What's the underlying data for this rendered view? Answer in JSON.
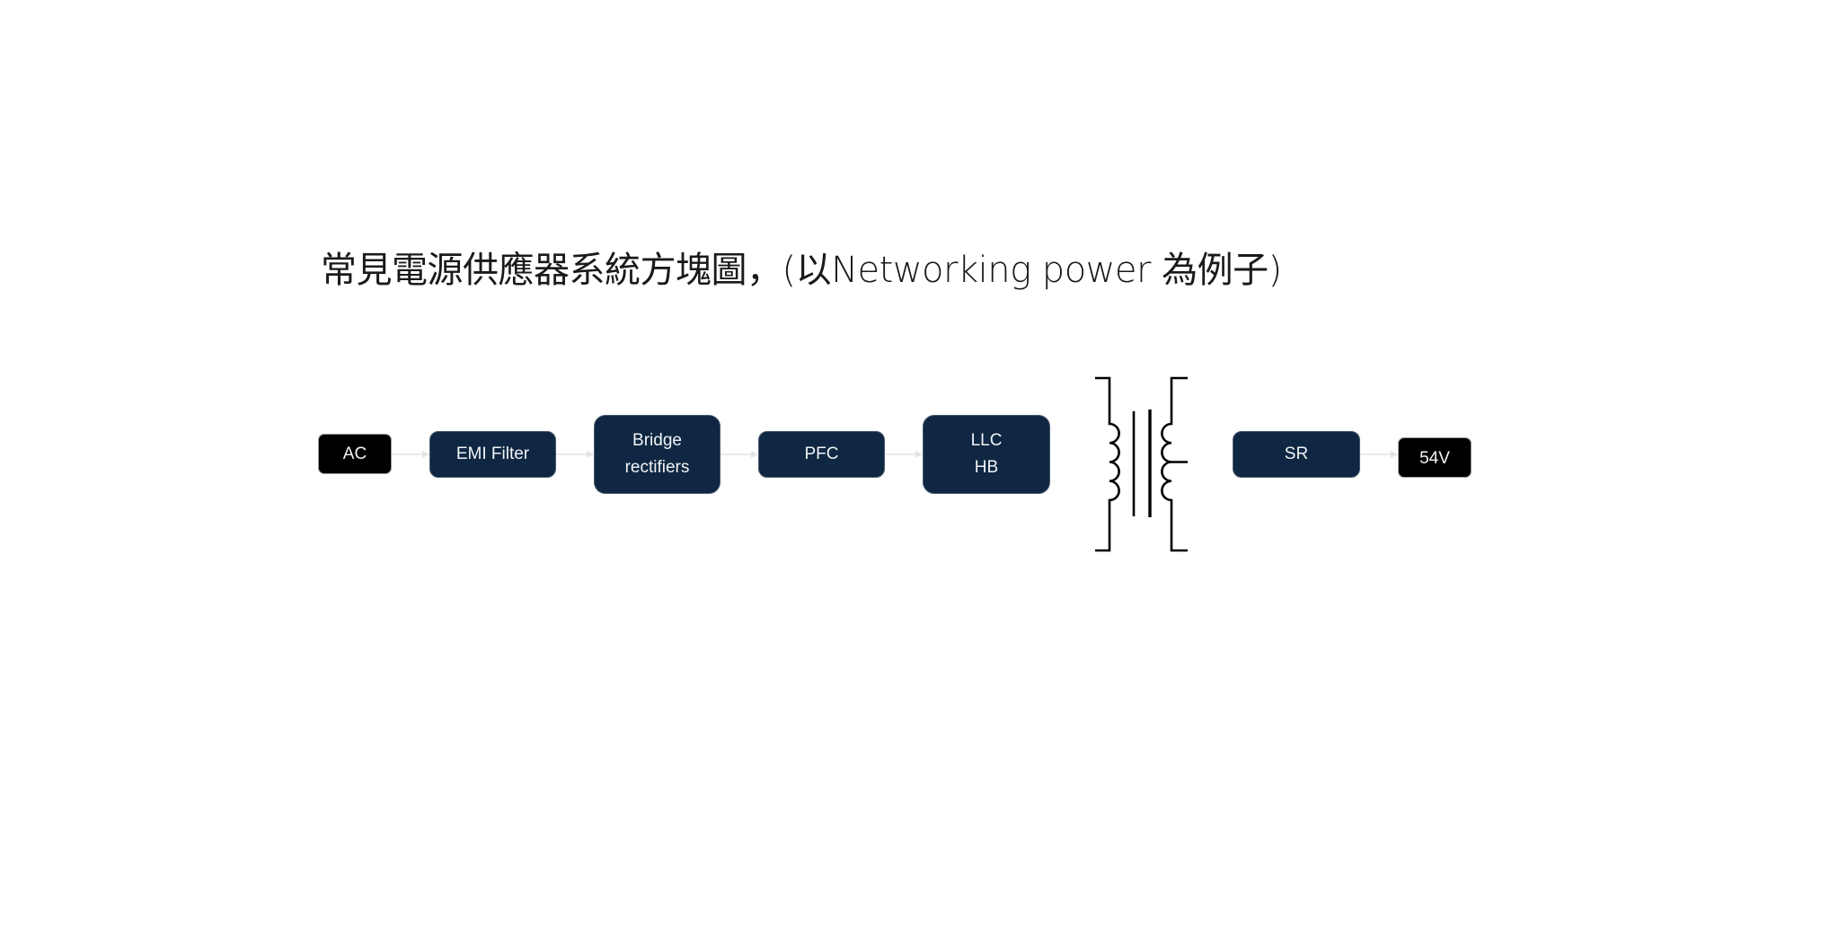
{
  "title": "常見電源供應器系統方塊圖，(以Networking power 為例子)",
  "colors": {
    "block_fill": "#0f2742",
    "terminal_fill": "#000000",
    "block_text": "#f2f4f7",
    "connector": "#e3e3e3",
    "transformer_stroke": "#000000"
  },
  "blocks": [
    {
      "id": "ac",
      "lines": [
        "AC"
      ],
      "kind": "terminal"
    },
    {
      "id": "emi-filter",
      "lines": [
        "EMI Filter"
      ],
      "kind": "stage"
    },
    {
      "id": "bridge-rectifiers",
      "lines": [
        "Bridge",
        "rectifiers"
      ],
      "kind": "stage"
    },
    {
      "id": "pfc",
      "lines": [
        "PFC"
      ],
      "kind": "stage"
    },
    {
      "id": "llc-hb",
      "lines": [
        "LLC",
        "HB"
      ],
      "kind": "stage"
    },
    {
      "id": "transformer",
      "lines": [],
      "kind": "transformer-symbol"
    },
    {
      "id": "sr",
      "lines": [
        "SR"
      ],
      "kind": "stage"
    },
    {
      "id": "output-54v",
      "lines": [
        "54V"
      ],
      "kind": "terminal"
    }
  ],
  "connections": [
    {
      "from": "ac",
      "to": "emi-filter"
    },
    {
      "from": "emi-filter",
      "to": "bridge-rectifiers"
    },
    {
      "from": "bridge-rectifiers",
      "to": "pfc"
    },
    {
      "from": "pfc",
      "to": "llc-hb"
    },
    {
      "from": "sr",
      "to": "output-54v"
    }
  ],
  "transformer": {
    "type": "center-tapped",
    "primary_turns_shown": 4,
    "secondary_turns_shown": 4
  }
}
